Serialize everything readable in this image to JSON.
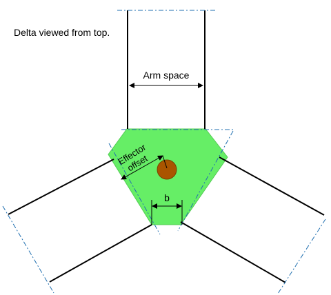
{
  "caption": "Delta viewed from top.",
  "labels": {
    "arm_space": "Arm space",
    "effector_line1": "Effector",
    "effector_line2": "offset",
    "b": "b"
  },
  "colors": {
    "effector_fill": "#66ee66",
    "effector_stroke": "#55cc55",
    "center_dot": "#aa5500",
    "center_dot_stroke": "#774400",
    "line": "#000000",
    "dash": "#1f6fb0"
  }
}
